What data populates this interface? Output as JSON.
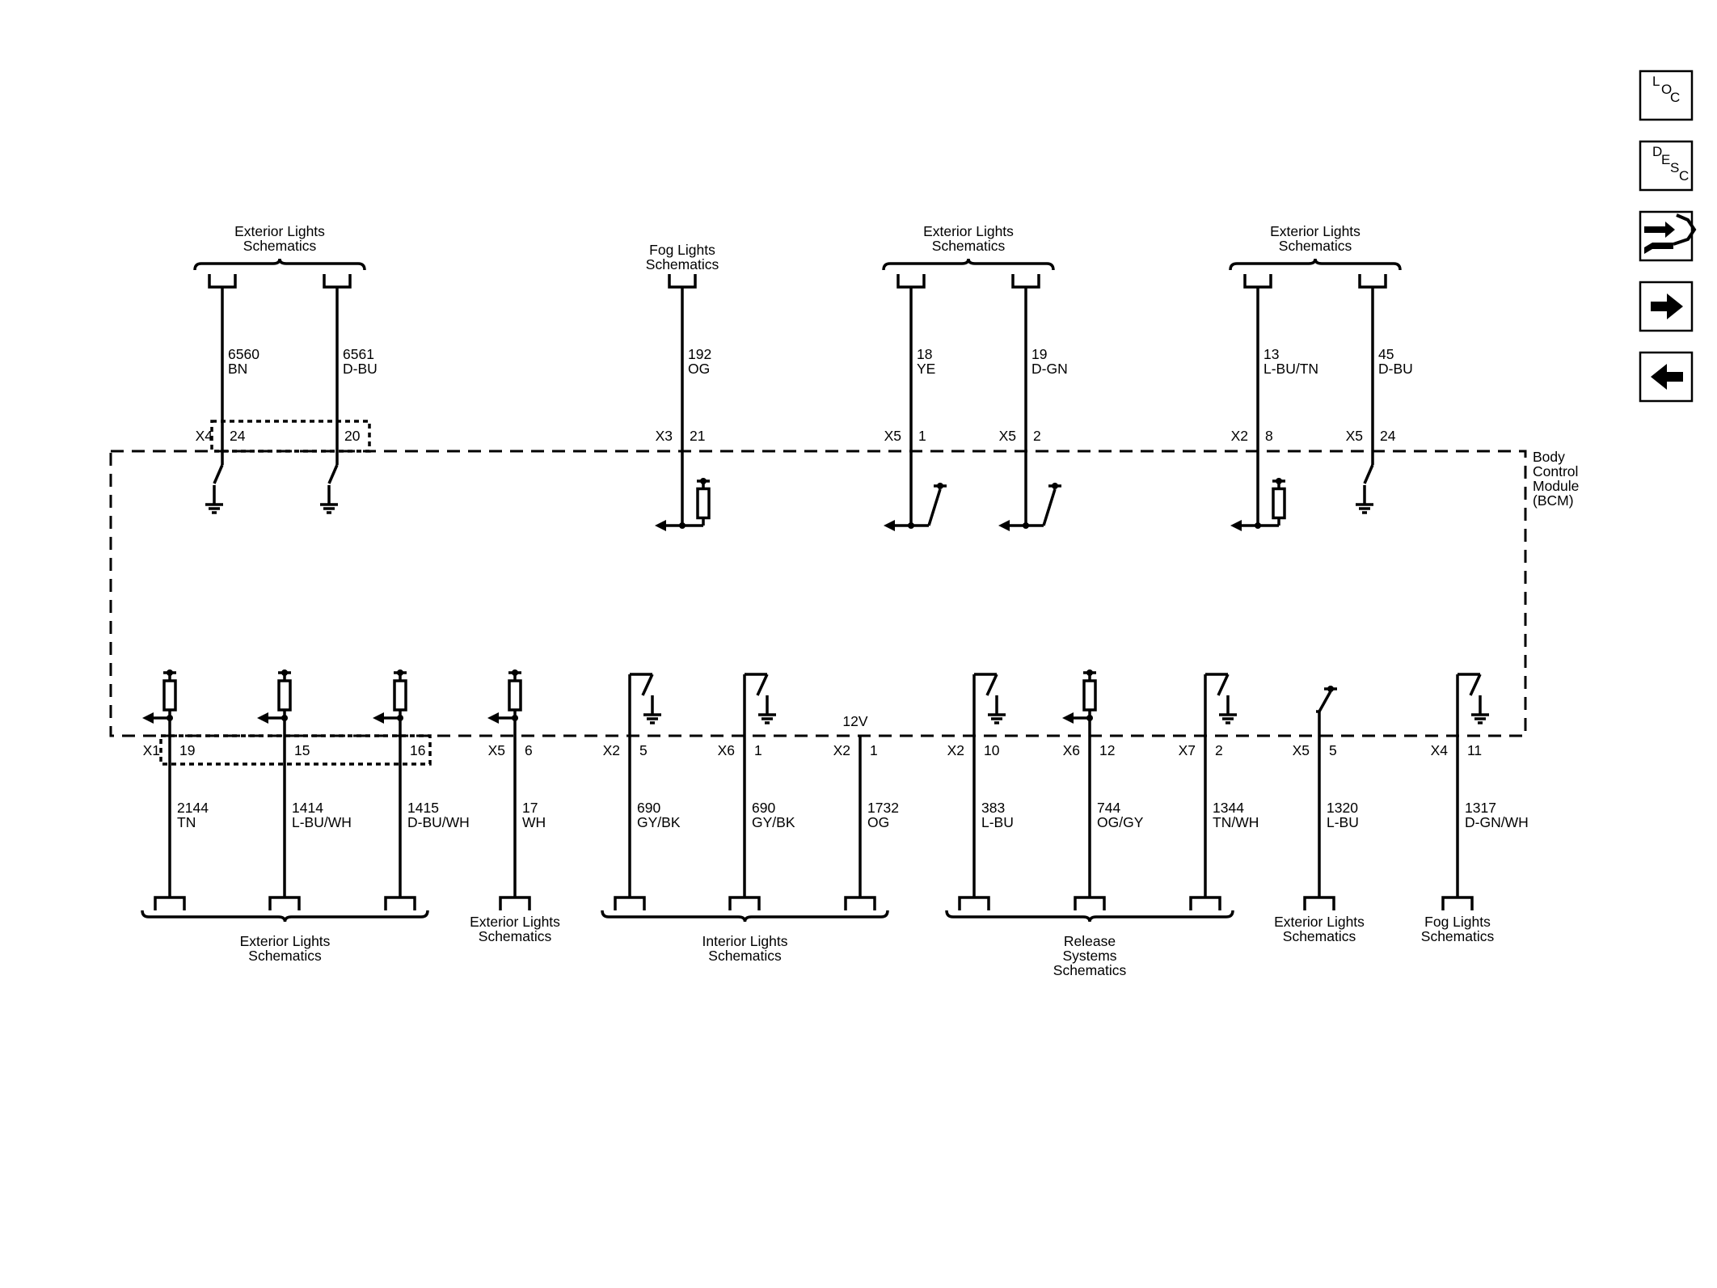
{
  "module": {
    "lines": [
      "Body",
      "Control",
      "Module",
      "(BCM)"
    ]
  },
  "voltage_label": "12V",
  "top_groups": [
    {
      "lines": [
        "Exterior Lights",
        "Schematics"
      ]
    },
    {
      "lines": [
        "Fog Lights",
        "Schematics"
      ]
    },
    {
      "lines": [
        "Exterior Lights",
        "Schematics"
      ]
    },
    {
      "lines": [
        "Exterior Lights",
        "Schematics"
      ]
    }
  ],
  "top_circuits": [
    {
      "circuit": "6560",
      "color": "BN",
      "connector": "X4",
      "pin": "24",
      "internal": "switch-ground"
    },
    {
      "circuit": "6561",
      "color": "D-BU",
      "connector": "",
      "pin": "20",
      "internal": "switch-ground"
    },
    {
      "circuit": "192",
      "color": "OG",
      "connector": "X3",
      "pin": "21",
      "internal": "resistor-input"
    },
    {
      "circuit": "18",
      "color": "YE",
      "connector": "X5",
      "pin": "1",
      "internal": "switch-input"
    },
    {
      "circuit": "19",
      "color": "D-GN",
      "connector": "X5",
      "pin": "2",
      "internal": "switch-input"
    },
    {
      "circuit": "13",
      "color": "L-BU/TN",
      "connector": "X2",
      "pin": "8",
      "internal": "resistor-input"
    },
    {
      "circuit": "45",
      "color": "D-BU",
      "connector": "X5",
      "pin": "24",
      "internal": "switch-ground"
    }
  ],
  "bottom_circuits": [
    {
      "circuit": "2144",
      "color": "TN",
      "connector": "X1",
      "pin": "19",
      "internal": "resistor-input"
    },
    {
      "circuit": "1414",
      "color": "L-BU/WH",
      "connector": "",
      "pin": "15",
      "internal": "resistor-input"
    },
    {
      "circuit": "1415",
      "color": "D-BU/WH",
      "connector": "",
      "pin": "16",
      "internal": "resistor-input"
    },
    {
      "circuit": "17",
      "color": "WH",
      "connector": "X5",
      "pin": "6",
      "internal": "resistor-input"
    },
    {
      "circuit": "690",
      "color": "GY/BK",
      "connector": "X2",
      "pin": "5",
      "internal": "switch-ground"
    },
    {
      "circuit": "690",
      "color": "GY/BK",
      "connector": "X6",
      "pin": "1",
      "internal": "switch-ground"
    },
    {
      "circuit": "1732",
      "color": "OG",
      "connector": "X2",
      "pin": "1",
      "internal": "supply"
    },
    {
      "circuit": "383",
      "color": "L-BU",
      "connector": "X2",
      "pin": "10",
      "internal": "switch-ground"
    },
    {
      "circuit": "744",
      "color": "OG/GY",
      "connector": "X6",
      "pin": "12",
      "internal": "resistor-input"
    },
    {
      "circuit": "1344",
      "color": "TN/WH",
      "connector": "X7",
      "pin": "2",
      "internal": "switch-ground"
    },
    {
      "circuit": "1320",
      "color": "L-BU",
      "connector": "X5",
      "pin": "5",
      "internal": "switch-open"
    },
    {
      "circuit": "1317",
      "color": "D-GN/WH",
      "connector": "X4",
      "pin": "11",
      "internal": "switch-ground"
    }
  ],
  "bottom_groups": [
    {
      "lines": [
        "Exterior Lights",
        "Schematics"
      ]
    },
    {
      "lines": [
        "Exterior Lights",
        "Schematics"
      ]
    },
    {
      "lines": [
        "Interior Lights",
        "Schematics"
      ]
    },
    {
      "lines": [
        "Release",
        "Systems",
        "Schematics"
      ]
    },
    {
      "lines": [
        "Exterior Lights",
        "Schematics"
      ]
    },
    {
      "lines": [
        "Fog Lights",
        "Schematics"
      ]
    }
  ],
  "side_buttons": [
    {
      "name": "location-button",
      "letters": [
        "L",
        "O",
        "C"
      ],
      "icon": "loc-icon"
    },
    {
      "name": "description-button",
      "letters": [
        "D",
        "E",
        "S",
        "C"
      ],
      "icon": "desc-icon"
    },
    {
      "name": "connector-repair-button",
      "letters": [],
      "icon": "connector-repair-icon"
    },
    {
      "name": "next-page-button",
      "letters": [],
      "icon": "arrow-right-icon"
    },
    {
      "name": "previous-page-button",
      "letters": [],
      "icon": "arrow-left-icon"
    }
  ]
}
